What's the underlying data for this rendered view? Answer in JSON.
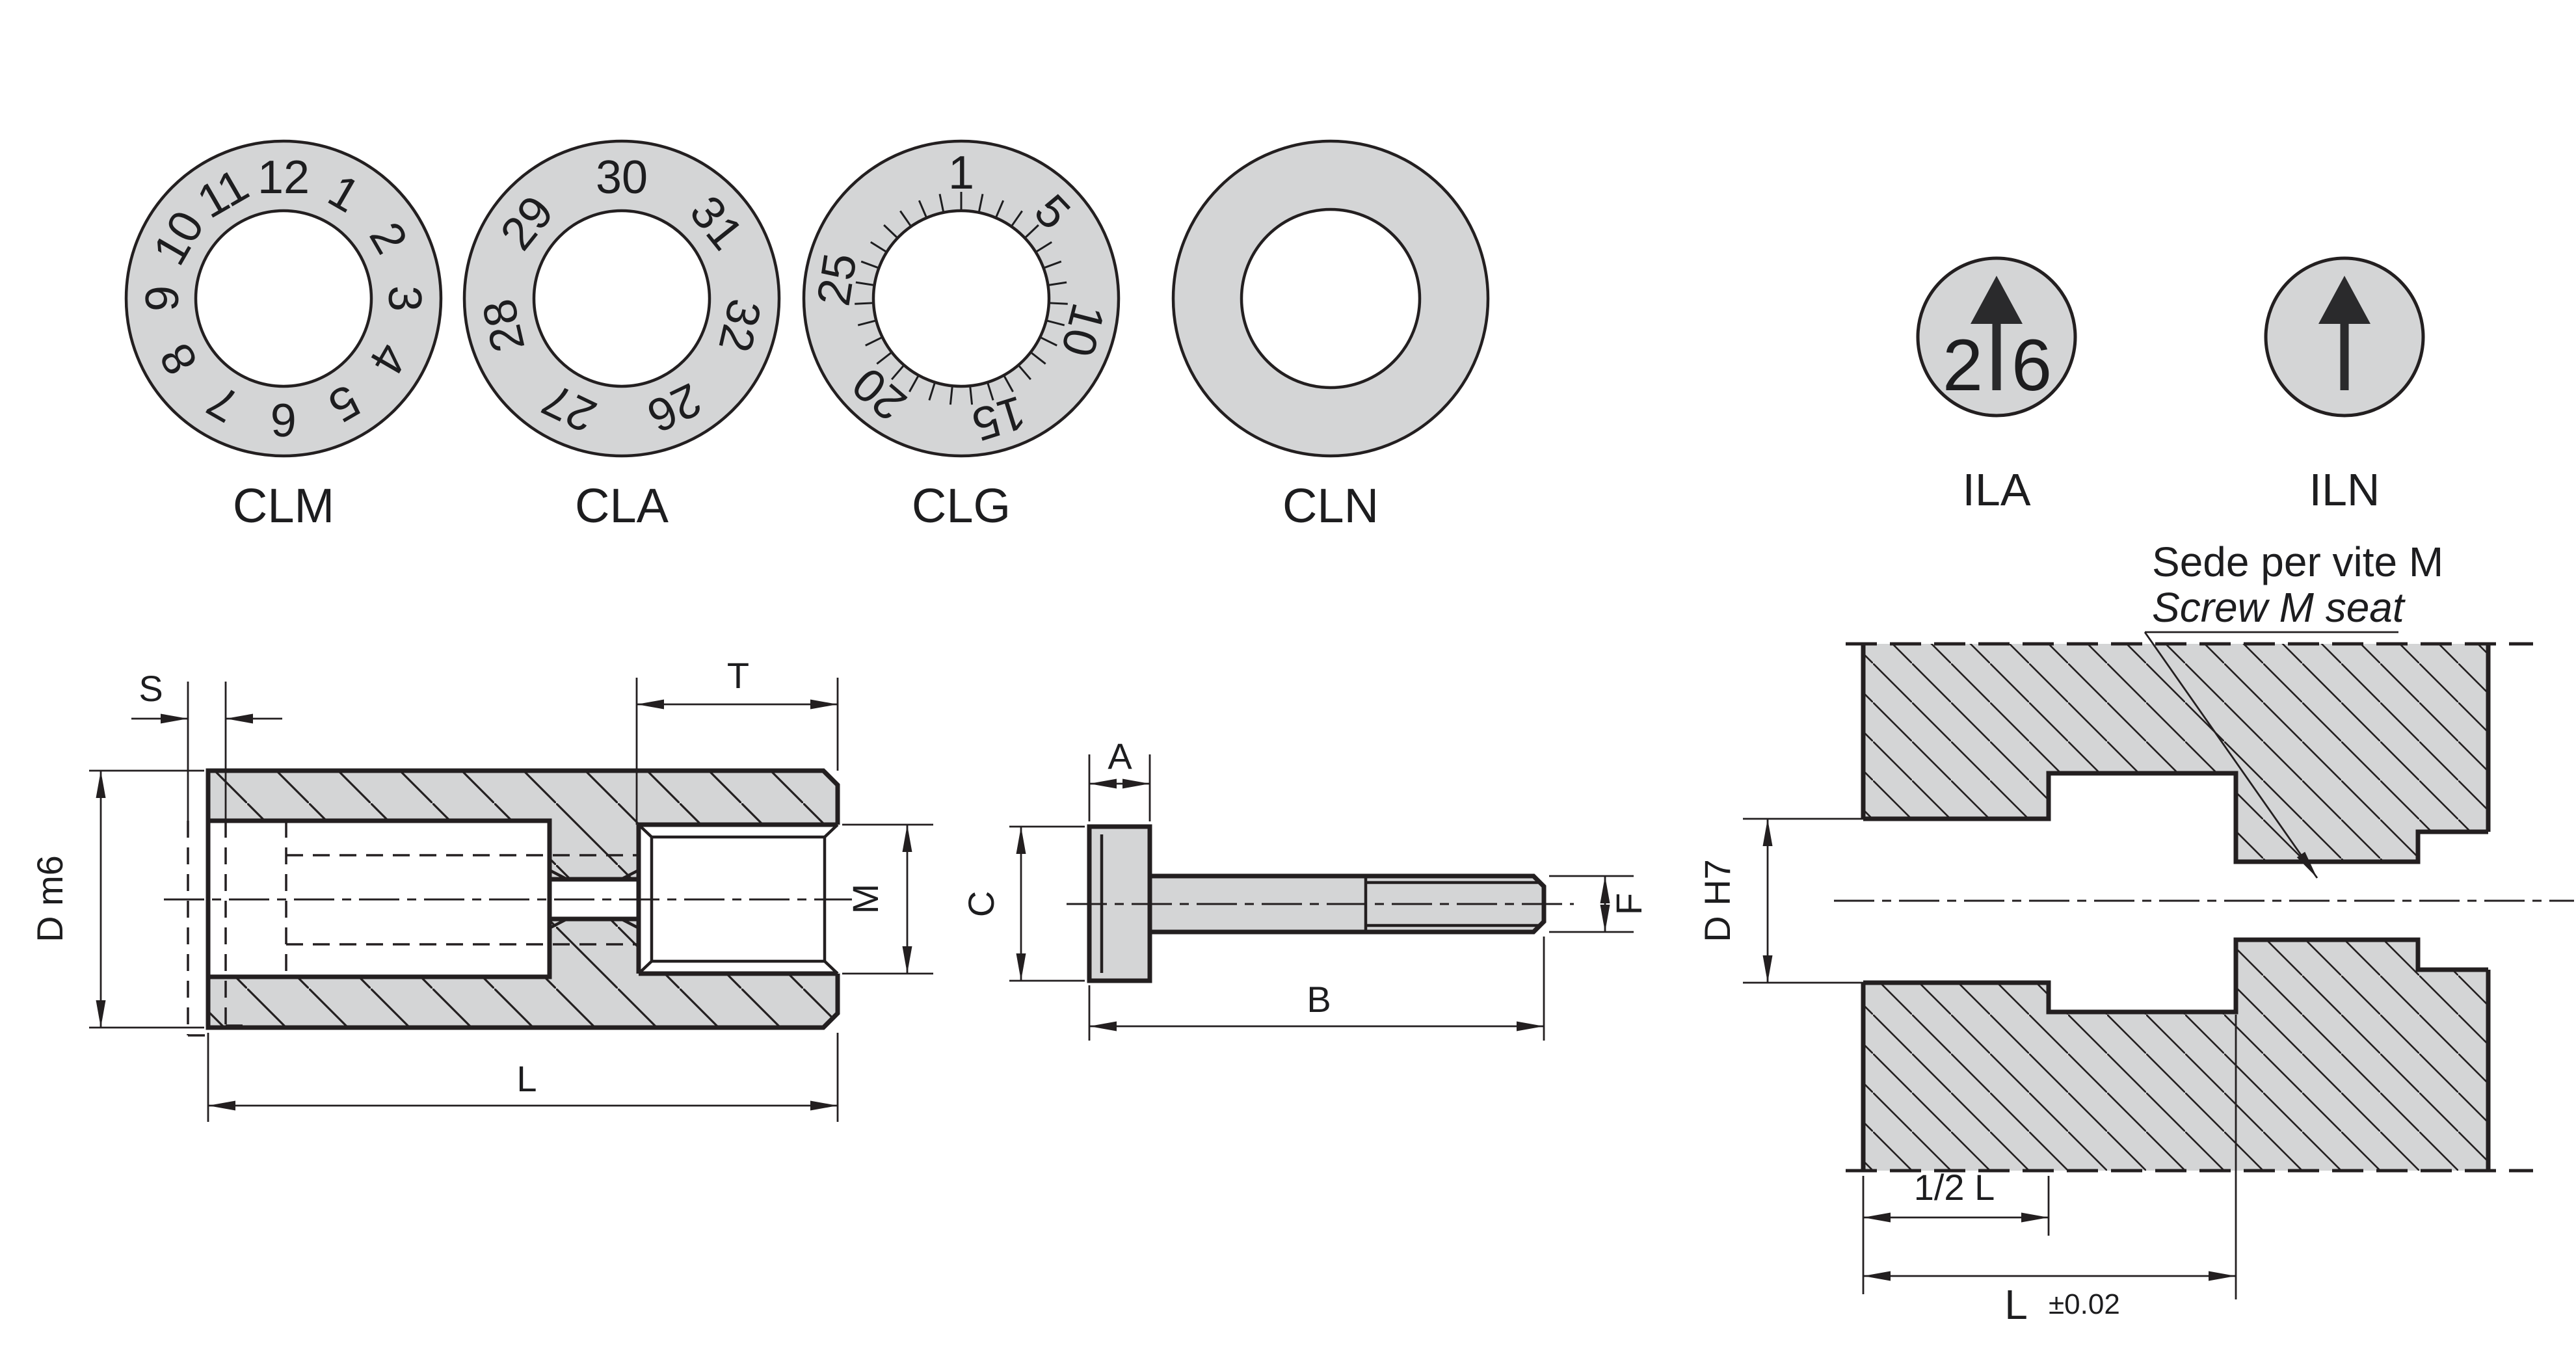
{
  "colors": {
    "part_fill": "#d4d5d6",
    "line": "#231f20"
  },
  "rings": [
    {
      "name": "CLM",
      "label": "CLM",
      "numbers": [
        "12",
        "1",
        "2",
        "3",
        "4",
        "5",
        "6",
        "7",
        "8",
        "9",
        "10",
        "11"
      ],
      "angles": [
        0,
        30,
        60,
        90,
        120,
        150,
        180,
        210,
        240,
        270,
        300,
        330
      ]
    },
    {
      "name": "CLA",
      "label": "CLA",
      "numbers": [
        "30",
        "31",
        "32",
        "26",
        "27",
        "28",
        "29"
      ],
      "angles": [
        0,
        51.4,
        102.9,
        154.3,
        205.7,
        257.1,
        308.6
      ]
    },
    {
      "name": "CLG",
      "label": "CLG",
      "numbers": [
        "1",
        "5",
        "10",
        "15",
        "20",
        "25"
      ],
      "angles": [
        0,
        46.5,
        104.5,
        162.6,
        220.6,
        278.7
      ],
      "tick_count": 31
    },
    {
      "name": "CLN",
      "label": "CLN",
      "numbers": [],
      "angles": []
    }
  ],
  "indicators": [
    {
      "name": "ILA",
      "label": "ILA",
      "left_digit": "2",
      "right_digit": "6"
    },
    {
      "name": "ILN",
      "label": "ILN"
    }
  ],
  "drawings": {
    "bush": {
      "dims": {
        "s": "S",
        "t": "T",
        "d": "D m6",
        "m": "M",
        "l": "L"
      }
    },
    "screw": {
      "dims": {
        "a": "A",
        "c": "C",
        "f": "F",
        "b": "B"
      }
    },
    "housing": {
      "callout_line1": "Sede per vite M",
      "callout_line2": "Screw M seat",
      "dims": {
        "d": "D H7",
        "half_l": "1/2 L",
        "l": "L",
        "tol": "±0.02"
      }
    }
  }
}
